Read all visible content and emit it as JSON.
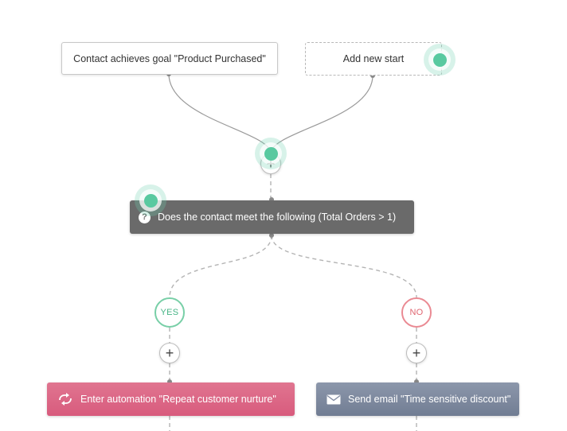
{
  "starts": {
    "goal_trigger": "Contact achieves goal \"Product Purchased\"",
    "add_new_start": "Add new start"
  },
  "condition": {
    "icon": "question-icon",
    "label": "Does the contact meet the following (Total Orders > 1)"
  },
  "branches": {
    "yes_label": "YES",
    "no_label": "NO"
  },
  "add_step_symbol": "+",
  "actions": {
    "automation": {
      "icon": "repeat-icon",
      "label": "Enter automation \"Repeat customer nurture\""
    },
    "email": {
      "icon": "envelope-icon",
      "label": "Send email \"Time sensitive discount\""
    }
  },
  "colors": {
    "accent_green": "#59c9a0",
    "yes_color": "#47b586",
    "no_color": "#e06671",
    "condition_bg": "#6a6a6a",
    "automation_bg": "#d85b7d",
    "email_bg": "#717d93"
  }
}
